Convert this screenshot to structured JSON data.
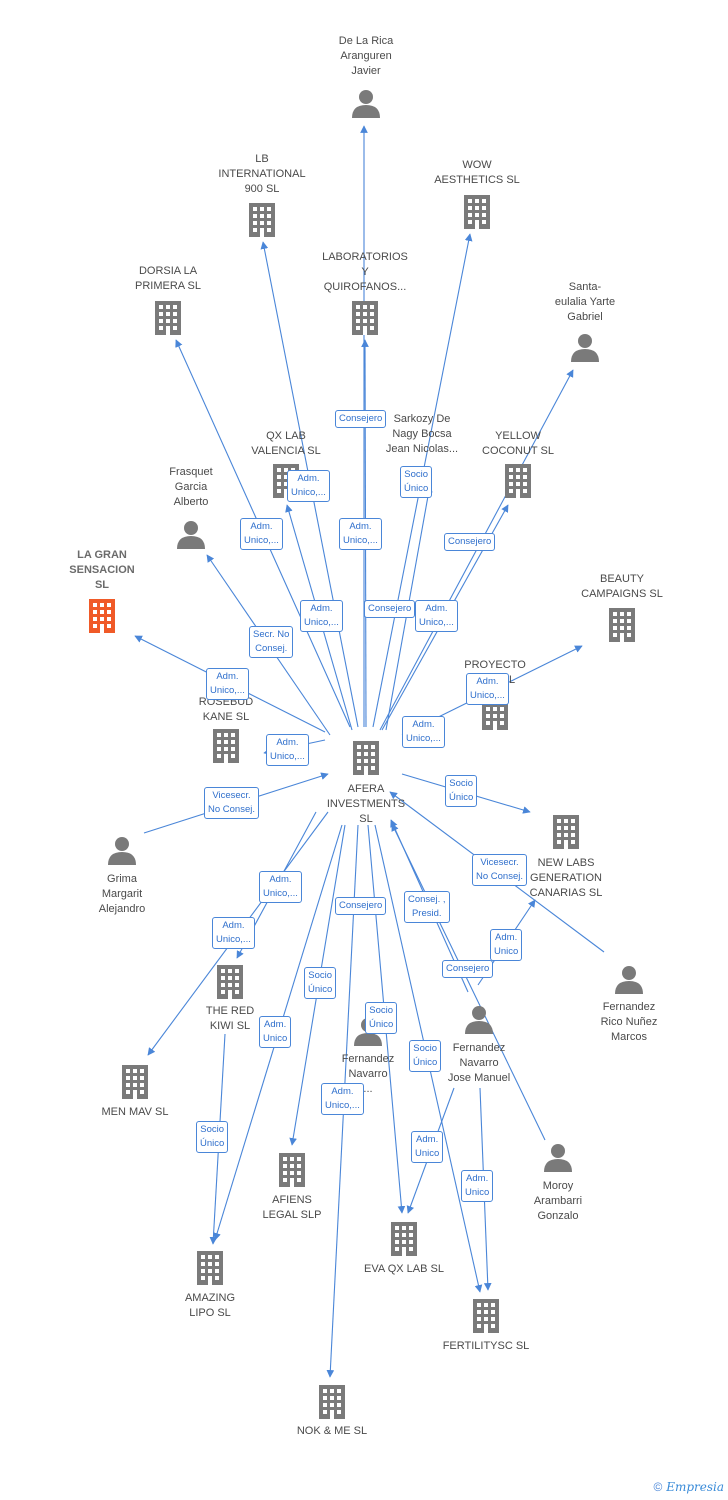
{
  "colors": {
    "edge": "#4a86d8",
    "node": "#7a7a7a",
    "focus": "#f05a28"
  },
  "nodes": [
    {
      "id": "afera",
      "type": "company",
      "label": "AFERA\nINVESTMENTS\nSL"
    },
    {
      "id": "delarica",
      "type": "person",
      "label": "De La Rica\nAranguren\nJavier"
    },
    {
      "id": "lb",
      "type": "company",
      "label": "LB\nINTERNATIONAL\n900  SL"
    },
    {
      "id": "wow",
      "type": "company",
      "label": "WOW\nAESTHETICS  SL"
    },
    {
      "id": "labq",
      "type": "company",
      "label": "LABORATORIOS\nY\nQUIROFANOS..."
    },
    {
      "id": "dorsia",
      "type": "company",
      "label": "DORSIA LA\nPRIMERA SL"
    },
    {
      "id": "santa",
      "type": "person",
      "label": "Santa-\neulalia Yarte\nGabriel"
    },
    {
      "id": "sarkozy",
      "type": "person",
      "label": "Sarkozy De\nNagy Bocsa\nJean Nicolas..."
    },
    {
      "id": "qxlab",
      "type": "company",
      "label": "QX LAB\nVALENCIA  SL"
    },
    {
      "id": "yellow",
      "type": "company",
      "label": "YELLOW\nCOCONUT  SL"
    },
    {
      "id": "frasquet",
      "type": "person",
      "label": "Frasquet\nGarcia\nAlberto"
    },
    {
      "id": "lagran",
      "type": "company",
      "label": "LA GRAN\nSENSACION\nSL",
      "focus": true
    },
    {
      "id": "beauty",
      "type": "company",
      "label": "BEAUTY\nCAMPAIGNS  SL"
    },
    {
      "id": "proyecto",
      "type": "company",
      "label": "PROYECTO\nEA...  SL"
    },
    {
      "id": "rosebud",
      "type": "company",
      "label": "ROSEBUD\nKANE  SL"
    },
    {
      "id": "grima",
      "type": "person",
      "label": "Grima\nMargarit\nAlejandro"
    },
    {
      "id": "newlabs",
      "type": "company",
      "label": "NEW LABS\nGENERATION\nCANARIAS  SL"
    },
    {
      "id": "fernrico",
      "type": "person",
      "label": "Fernandez\nRico Nuñez\nMarcos"
    },
    {
      "id": "thered",
      "type": "company",
      "label": "THE RED\nKIWI  SL"
    },
    {
      "id": "fernnav1",
      "type": "person",
      "label": "Fernandez\nNavarro\n..."
    },
    {
      "id": "fernnav2",
      "type": "person",
      "label": "Fernandez\nNavarro\nJose Manuel"
    },
    {
      "id": "menmav",
      "type": "company",
      "label": "MEN MAV  SL"
    },
    {
      "id": "afiens",
      "type": "company",
      "label": "AFIENS\nLEGAL  SLP"
    },
    {
      "id": "moroy",
      "type": "person",
      "label": "Moroy\nArambarri\nGonzalo"
    },
    {
      "id": "evaqx",
      "type": "company",
      "label": "EVA QX LAB  SL"
    },
    {
      "id": "amazing",
      "type": "company",
      "label": "AMAZING\nLIPO  SL"
    },
    {
      "id": "fertility",
      "type": "company",
      "label": "FERTILITYSC SL"
    },
    {
      "id": "nok",
      "type": "company",
      "label": "NOK & ME SL"
    }
  ],
  "edge_labels": [
    {
      "text": "Consejero"
    },
    {
      "text": "Socio\nÚnico"
    },
    {
      "text": "Adm.\nUnico,..."
    },
    {
      "text": "Adm.\nUnico,..."
    },
    {
      "text": "Adm.\nUnico,..."
    },
    {
      "text": "Consejero"
    },
    {
      "text": "Adm.\nUnico,..."
    },
    {
      "text": "Consejero"
    },
    {
      "text": "Adm.\nUnico,..."
    },
    {
      "text": "Secr.  No\nConsej."
    },
    {
      "text": "Adm.\nUnico,..."
    },
    {
      "text": "Adm.\nUnico,..."
    },
    {
      "text": "Adm.\nUnico,..."
    },
    {
      "text": "Adm.\nUnico,..."
    },
    {
      "text": "Vicesecr.\nNo Consej."
    },
    {
      "text": "Socio\nÚnico"
    },
    {
      "text": "Vicesecr.\nNo Consej."
    },
    {
      "text": "Adm.\nUnico,..."
    },
    {
      "text": "Adm.\nUnico,..."
    },
    {
      "text": "Consejero"
    },
    {
      "text": "Consej. ,\nPresid."
    },
    {
      "text": "Adm.\nUnico"
    },
    {
      "text": "Consejero"
    },
    {
      "text": "Socio\nÚnico"
    },
    {
      "text": "Adm.\nUnico"
    },
    {
      "text": "Socio\nÚnico"
    },
    {
      "text": "Socio\nÚnico"
    },
    {
      "text": "Adm.\nUnico,..."
    },
    {
      "text": "Socio\nÚnico"
    },
    {
      "text": "Adm.\nUnico"
    },
    {
      "text": "Adm.\nUnico"
    }
  ],
  "footer": {
    "copyright": "©",
    "brand": "Empresia"
  }
}
